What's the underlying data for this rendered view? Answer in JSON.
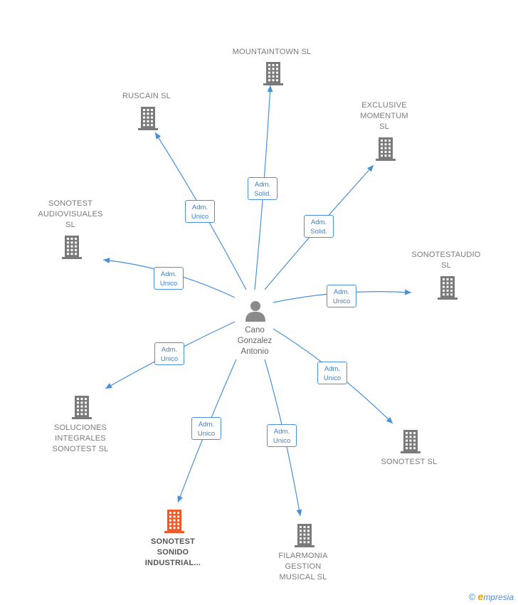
{
  "center": {
    "name_lines": [
      "Cano",
      "Gonzalez",
      "Antonio"
    ]
  },
  "colors": {
    "edge": "#4a90d9",
    "node": "#7a7a7a",
    "highlight": "#f05a28"
  },
  "nodes": [
    {
      "id": "mountaintown",
      "lines": [
        "MOUNTAINTOWN SL"
      ],
      "highlight": false
    },
    {
      "id": "ruscain",
      "lines": [
        "RUSCAIN SL"
      ],
      "highlight": false
    },
    {
      "id": "exclusive",
      "lines": [
        "EXCLUSIVE",
        "MOMENTUM",
        "SL"
      ],
      "highlight": false
    },
    {
      "id": "audiovisuales",
      "lines": [
        "SONOTEST",
        "AUDIOVISUALES",
        "SL"
      ],
      "highlight": false
    },
    {
      "id": "sonotestaudio",
      "lines": [
        "SONOTESTAUDIO",
        "SL"
      ],
      "highlight": false
    },
    {
      "id": "soluciones",
      "lines": [
        "SOLUCIONES",
        "INTEGRALES",
        "SONOTEST  SL"
      ],
      "highlight": false
    },
    {
      "id": "sonotest",
      "lines": [
        "SONOTEST  SL"
      ],
      "highlight": false
    },
    {
      "id": "industrial",
      "lines": [
        "SONOTEST",
        "SONIDO",
        "INDUSTRIAL..."
      ],
      "highlight": true
    },
    {
      "id": "filarmonia",
      "lines": [
        "FILARMONIA",
        "GESTION",
        "MUSICAL SL"
      ],
      "highlight": false
    }
  ],
  "relations": [
    {
      "to": "mountaintown",
      "lines": [
        "Adm.",
        "Solid."
      ]
    },
    {
      "to": "ruscain",
      "lines": [
        "Adm.",
        "Unico"
      ]
    },
    {
      "to": "exclusive",
      "lines": [
        "Adm.",
        "Solid."
      ]
    },
    {
      "to": "audiovisuales",
      "lines": [
        "Adm.",
        "Unico"
      ]
    },
    {
      "to": "sonotestaudio",
      "lines": [
        "Adm.",
        "Unico"
      ]
    },
    {
      "to": "soluciones",
      "lines": [
        "Adm.",
        "Unico"
      ]
    },
    {
      "to": "sonotest",
      "lines": [
        "Adm.",
        "Unico"
      ]
    },
    {
      "to": "industrial",
      "lines": [
        "Adm.",
        "Unico"
      ]
    },
    {
      "to": "filarmonia",
      "lines": [
        "Adm.",
        "Unico"
      ]
    }
  ],
  "footer": {
    "copyright": "©",
    "brand_e": "e",
    "brand_rest": "mpresia"
  }
}
